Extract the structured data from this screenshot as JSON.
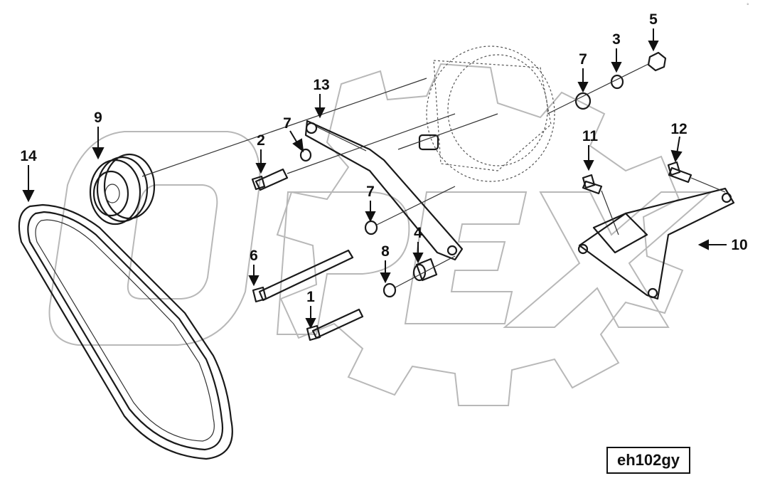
{
  "diagram": {
    "code": "eh102gy",
    "corner_mark": "° ",
    "callouts": [
      {
        "id": "c1",
        "label": "1"
      },
      {
        "id": "c2",
        "label": "2"
      },
      {
        "id": "c3",
        "label": "3"
      },
      {
        "id": "c4",
        "label": "4"
      },
      {
        "id": "c5",
        "label": "5"
      },
      {
        "id": "c6",
        "label": "6"
      },
      {
        "id": "c7a",
        "label": "7"
      },
      {
        "id": "c7b",
        "label": "7"
      },
      {
        "id": "c7c",
        "label": "7"
      },
      {
        "id": "c8",
        "label": "8"
      },
      {
        "id": "c9",
        "label": "9"
      },
      {
        "id": "c10",
        "label": "10"
      },
      {
        "id": "c11",
        "label": "11"
      },
      {
        "id": "c12",
        "label": "12"
      },
      {
        "id": "c13",
        "label": "13"
      },
      {
        "id": "c14",
        "label": "14"
      }
    ]
  }
}
